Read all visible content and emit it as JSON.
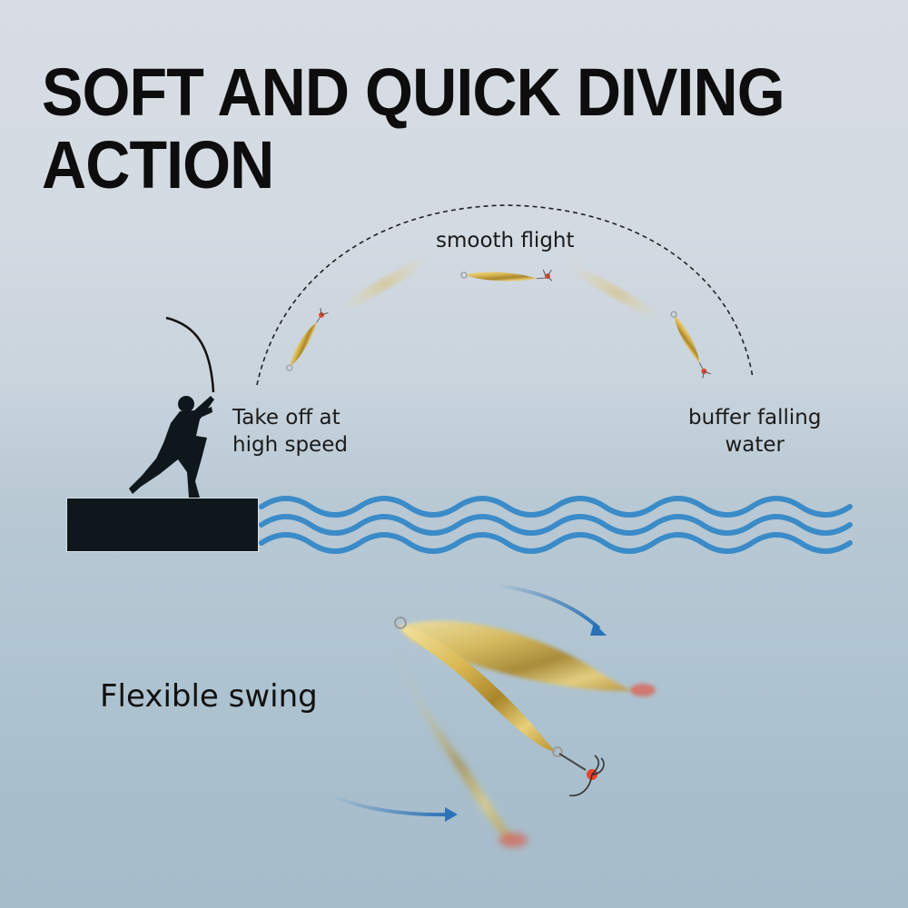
{
  "headline": {
    "line1": "SOFT AND QUICK DIVING",
    "line2": "ACTION"
  },
  "flight_diagram": {
    "arc_style": "dashed",
    "labels": {
      "top": "smooth flight",
      "left_line1": "Take off at",
      "left_line2": "high speed",
      "right_line1": "buffer falling",
      "right_line2": "water"
    },
    "figures": [
      "angler-silhouette",
      "pier",
      "water-waves"
    ]
  },
  "swing_section": {
    "label": "Flexible swing"
  },
  "colors": {
    "wave_blue": "#3a8bc8",
    "arrow_blue": "#2a72b8",
    "lure_gold": "#d4b24a",
    "bead_red": "#e8452c",
    "text": "#111111",
    "pier": "#0e171c"
  }
}
